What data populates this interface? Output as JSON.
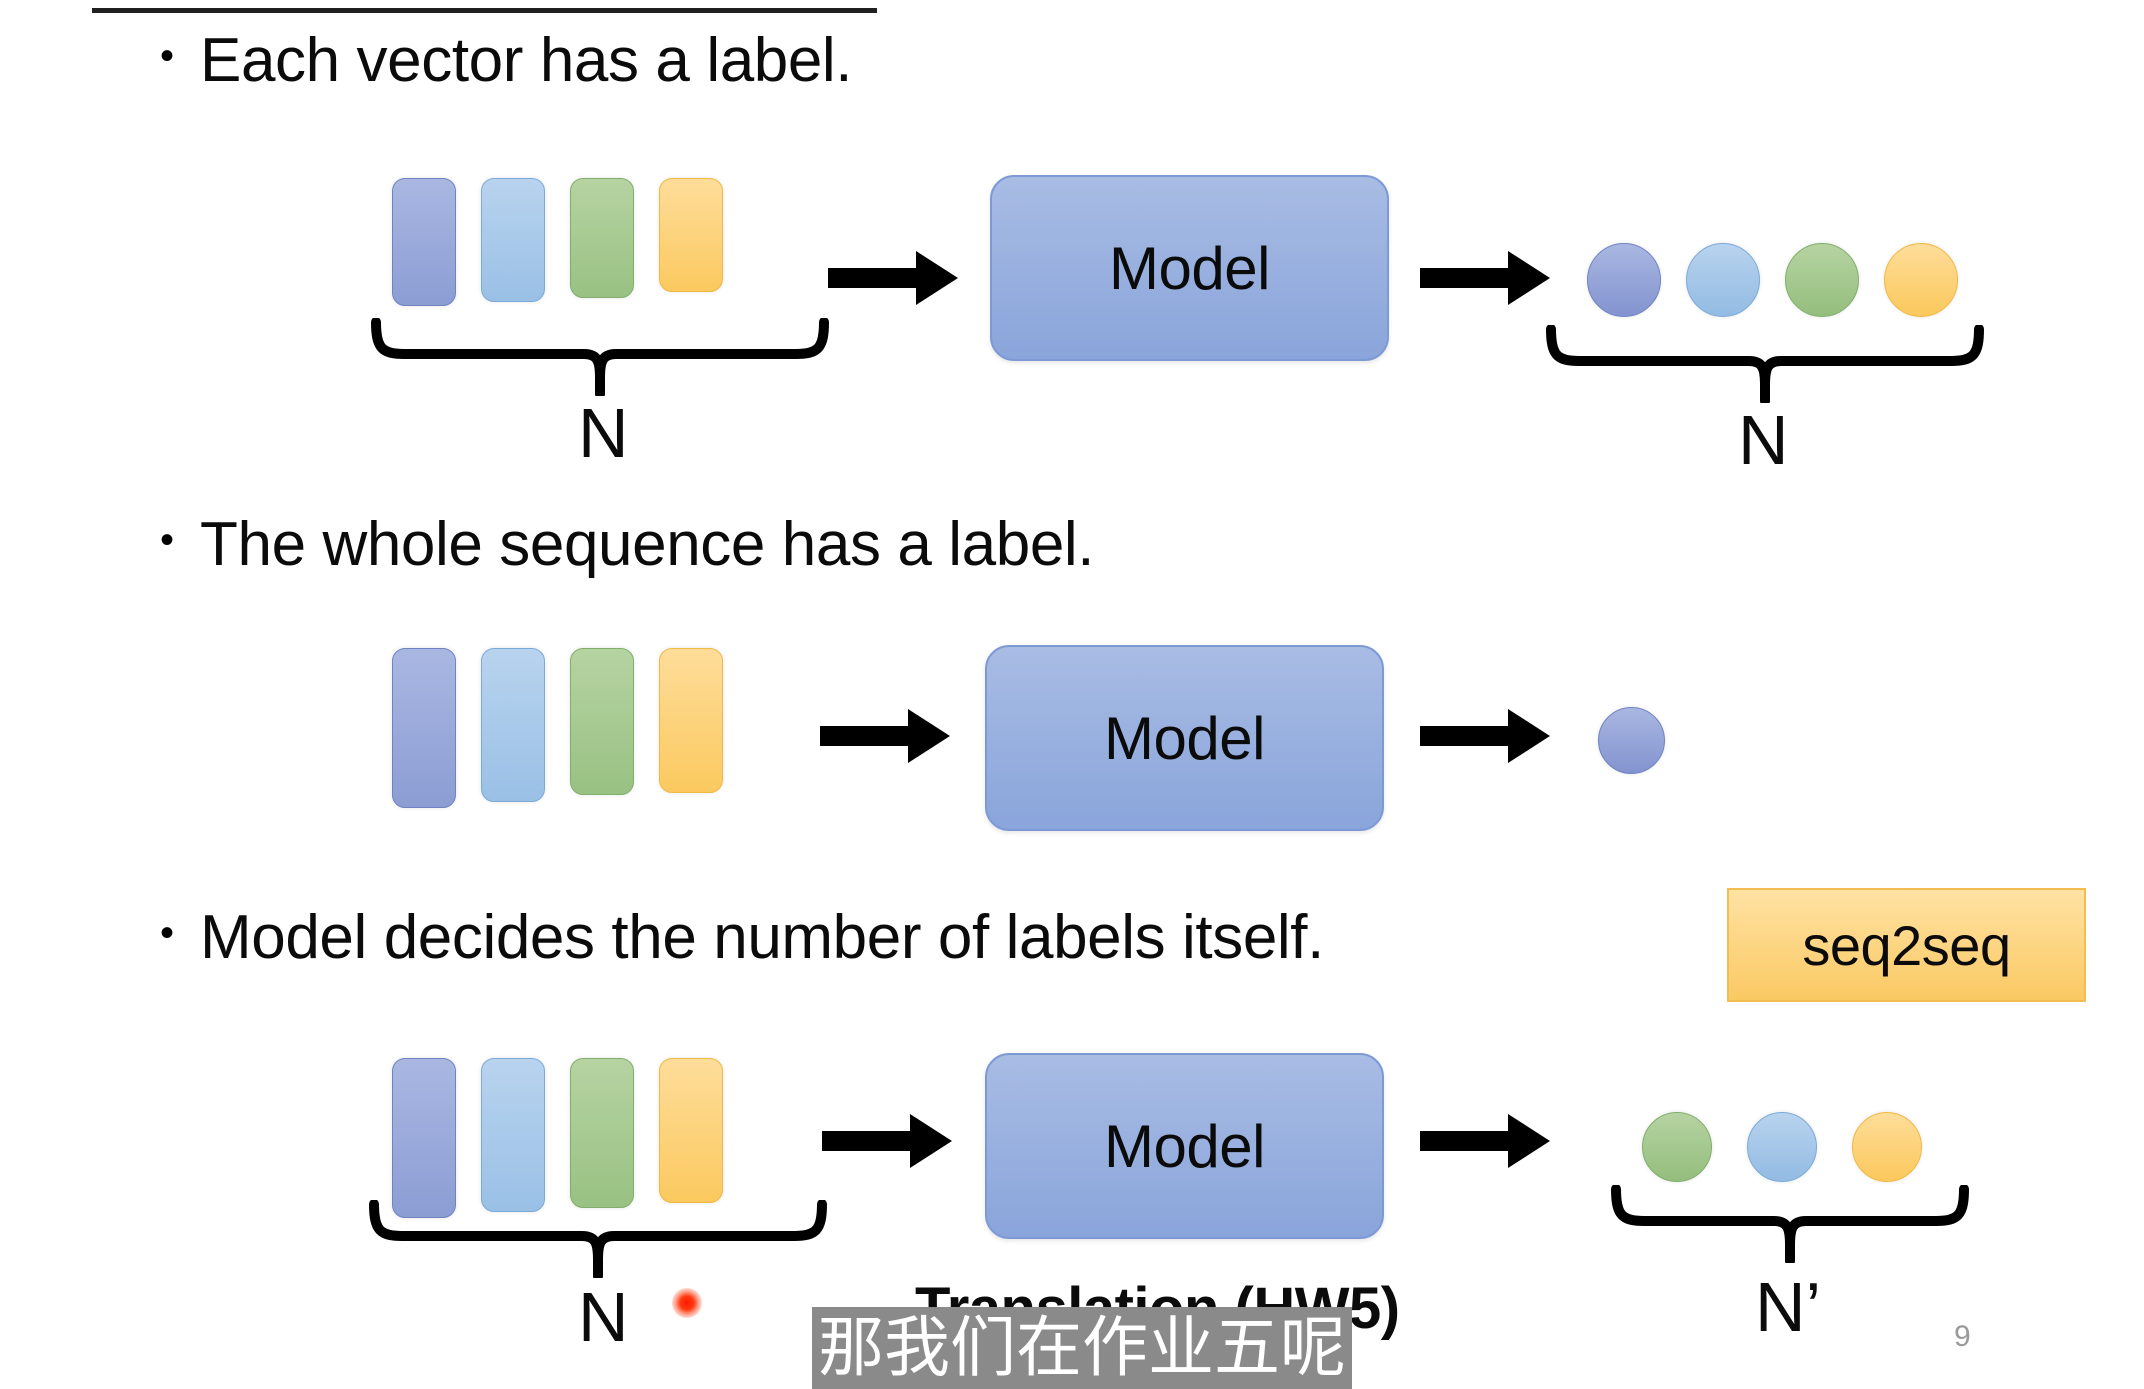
{
  "slide": {
    "page_number": "9",
    "bullets": [
      {
        "marker": "•",
        "text": "Each vector has a label."
      },
      {
        "marker": "•",
        "text": "The whole sequence has a label."
      },
      {
        "marker": "•",
        "text": "Model decides the number of labels itself."
      }
    ],
    "badge": {
      "label": "seq2seq"
    },
    "caption": {
      "text": "Translation (HW5)"
    },
    "subtitle": {
      "text": "那我们在作业五呢"
    }
  },
  "diagram": {
    "model_label": "Model",
    "rows": [
      {
        "id": "row-1",
        "input_vectors": [
          "blue-violet",
          "light-blue",
          "green",
          "yellow"
        ],
        "input_brace_label": "N",
        "outputs": [
          "blue-violet",
          "light-blue",
          "green",
          "yellow"
        ],
        "output_brace_label": "N"
      },
      {
        "id": "row-2",
        "input_vectors": [
          "blue-violet",
          "light-blue",
          "green",
          "yellow"
        ],
        "input_brace_label": "",
        "outputs": [
          "blue-violet"
        ],
        "output_brace_label": ""
      },
      {
        "id": "row-3",
        "input_vectors": [
          "blue-violet",
          "light-blue",
          "green",
          "yellow"
        ],
        "input_brace_label": "N",
        "outputs": [
          "green",
          "light-blue",
          "yellow"
        ],
        "output_brace_label": "N’"
      }
    ]
  },
  "colors": {
    "blue_violet": "#8C9DD4",
    "light_blue": "#9AC0E6",
    "green": "#99C183",
    "yellow": "#FBC95F",
    "model_box": "#8AA5DB",
    "badge_bg": "#FAC963",
    "subtitle_bg": "#8a8a8a",
    "page_number": "#9a9a9a",
    "laser_pointer": "#ff1800"
  }
}
